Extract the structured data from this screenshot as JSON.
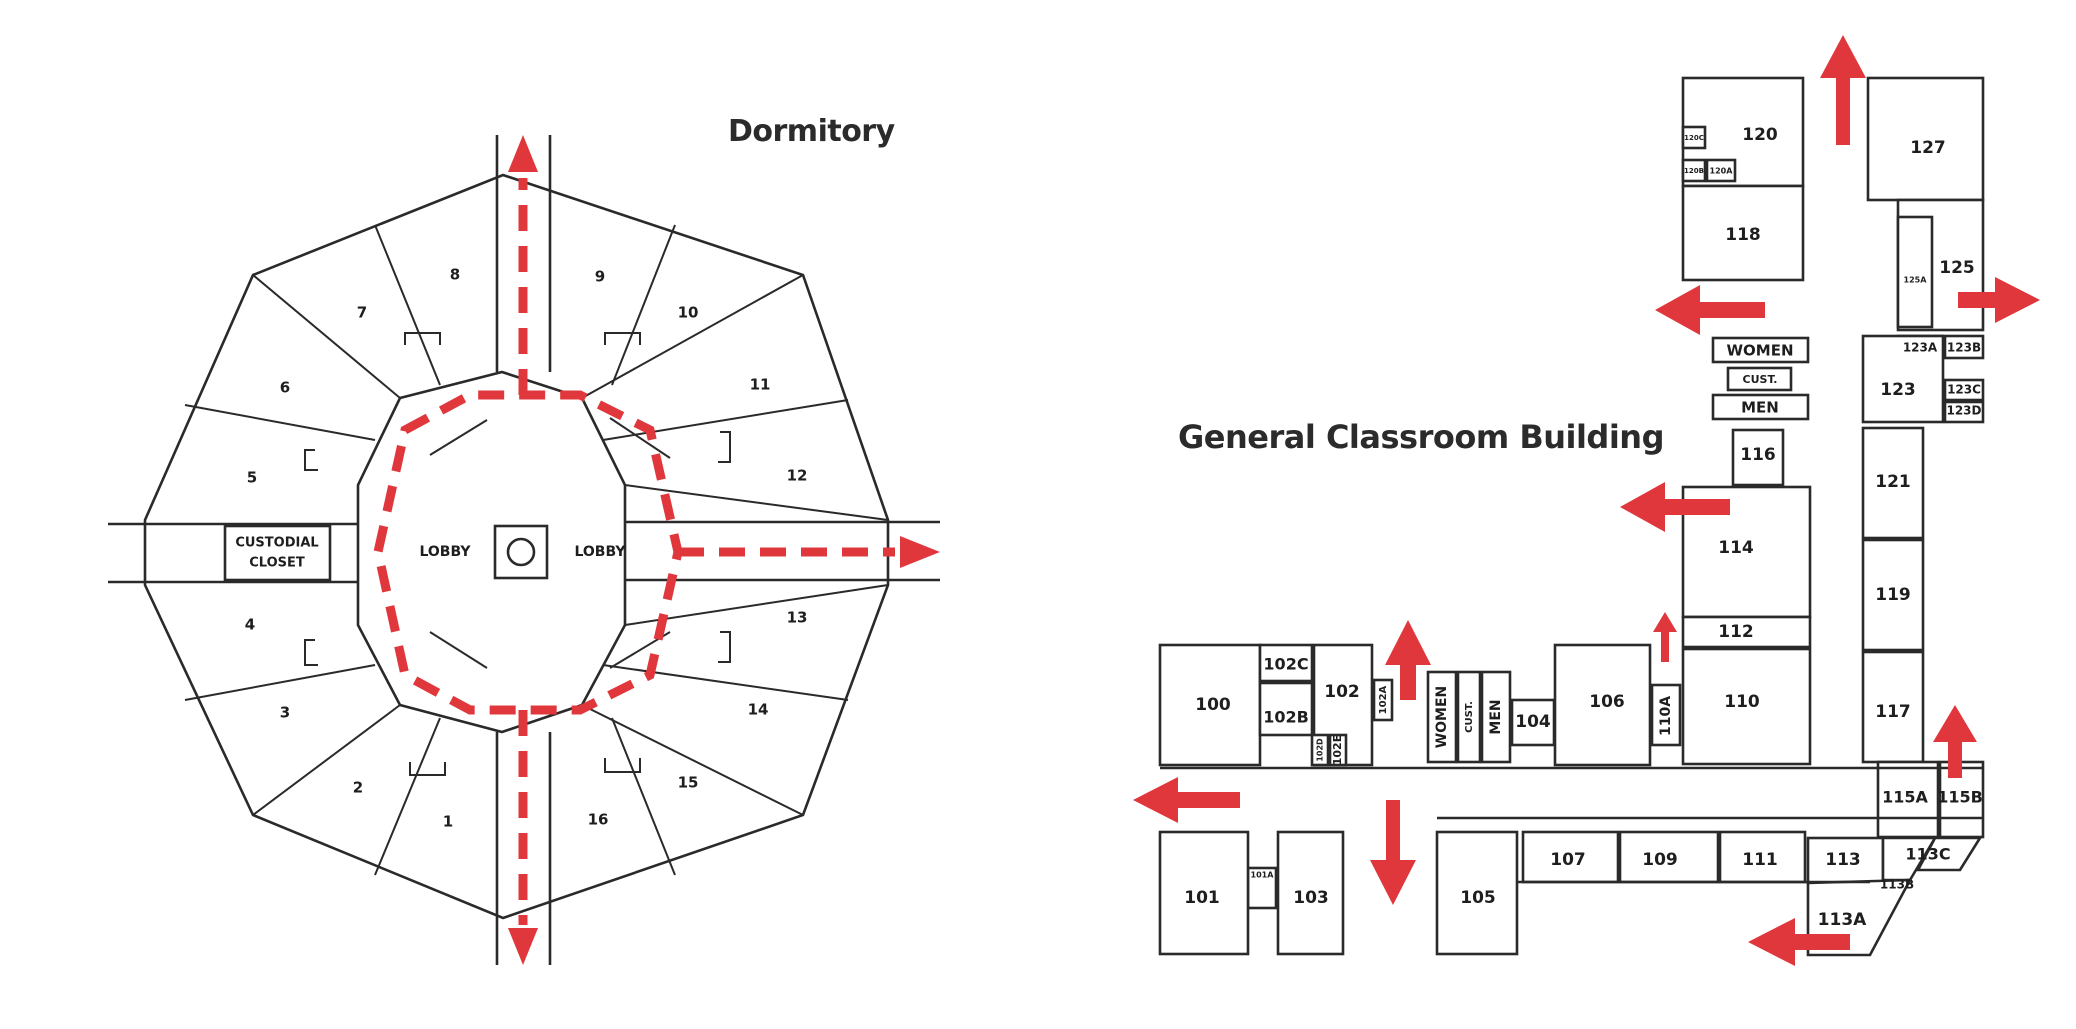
{
  "dormitory": {
    "title": "Dormitory",
    "rooms": [
      "1",
      "2",
      "3",
      "4",
      "5",
      "6",
      "7",
      "8",
      "9",
      "10",
      "11",
      "12",
      "13",
      "14",
      "15",
      "16"
    ],
    "lobby_left": "LOBBY",
    "lobby_right": "LOBBY",
    "closet_line1": "CUSTODIAL",
    "closet_line2": "CLOSET"
  },
  "classroom_building": {
    "title": "General Classroom Building",
    "rooms": {
      "r100": "100",
      "r101": "101",
      "r101a": "101A",
      "r102": "102",
      "r102b": "102B",
      "r102c": "102C",
      "r102d": "102D",
      "r102e": "102E",
      "r102a": "102A",
      "r103": "103",
      "r104": "104",
      "r105": "105",
      "r106": "106",
      "r107": "107",
      "r109": "109",
      "r110": "110",
      "r110a": "110A",
      "r111": "111",
      "r112": "112",
      "r113": "113",
      "r113a": "113A",
      "r113b": "113B",
      "r113c": "113C",
      "r114": "114",
      "r115a": "115A",
      "r115b": "115B",
      "r116": "116",
      "r117": "117",
      "r118": "118",
      "r119": "119",
      "r120": "120",
      "r120a": "120A",
      "r120b": "120B",
      "r120c": "120C",
      "r121": "121",
      "r123": "123",
      "r123a": "123A",
      "r123b": "123B",
      "r123c": "123C",
      "r123d": "123D",
      "r125": "125",
      "r125a": "125A",
      "r127": "127"
    },
    "restrooms": {
      "women_upper": "WOMEN",
      "cust_upper": "CUST.",
      "men_upper": "MEN",
      "women_lower": "WOMEN",
      "cust_lower": "CUST.",
      "men_lower": "MEN"
    }
  },
  "colors": {
    "route": "#e0373c",
    "wall": "#2a2a2a",
    "background": "#ffffff"
  }
}
